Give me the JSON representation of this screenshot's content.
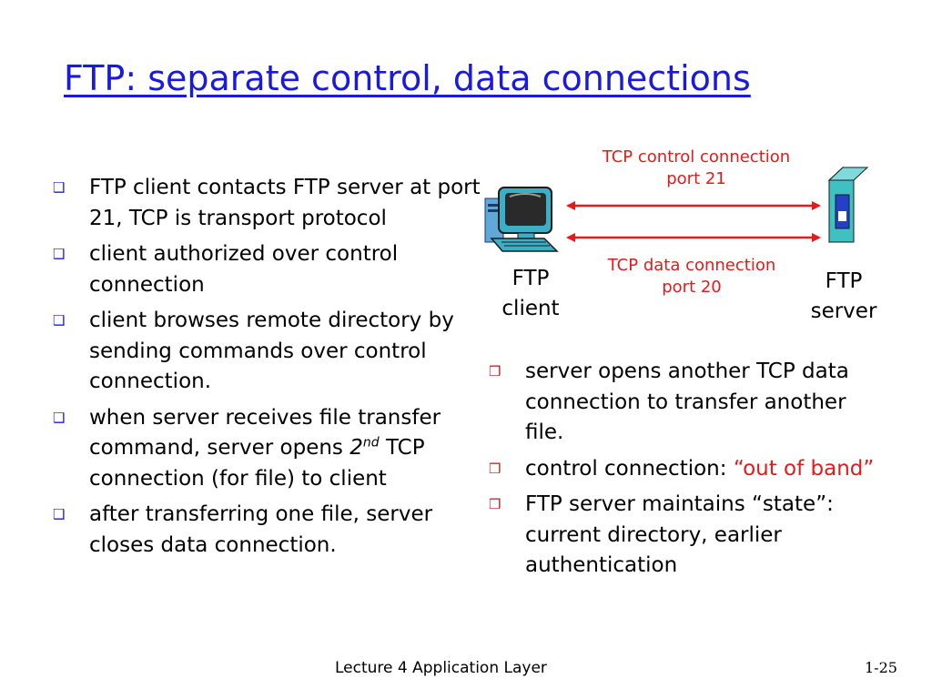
{
  "title": "FTP: separate control, data connections",
  "left_bullets": [
    {
      "text": "FTP client contacts FTP server at port 21, TCP is transport protocol"
    },
    {
      "text": "client authorized over control connection"
    },
    {
      "text": "client browses remote directory by sending commands over control connection."
    },
    {
      "before": "when server receives  file transfer command, server opens ",
      "emph": "2",
      "sup": "nd",
      "after": " TCP connection (for file) to client"
    },
    {
      "text": "after transferring one file, server closes data connection."
    }
  ],
  "right_bullets": [
    {
      "text": "server opens another TCP data connection to transfer another file."
    },
    {
      "before": "control connection: ",
      "highlight": "“out of band”"
    },
    {
      "text": "FTP server maintains “state”: current directory, earlier authentication"
    }
  ],
  "diagram": {
    "control_line1": "TCP control connection",
    "control_line2": "port 21",
    "data_line1": "TCP data connection",
    "data_line2": "port 20",
    "client_line1": "FTP",
    "client_line2": "client",
    "server_line1": "FTP",
    "server_line2": "server"
  },
  "icons": {
    "client": "desktop-computer-icon",
    "server": "server-tower-icon",
    "left_bullet": "checkbox-bullet-icon",
    "right_bullet": "checkbox-bullet-icon"
  },
  "colors": {
    "title": "#1a1adf",
    "arrows": "#e31b1b",
    "highlight": "#e31b1b",
    "server_body": "#3fc0c3"
  },
  "footer": {
    "center": "Lecture 4 Application Layer",
    "page": "1-25"
  }
}
